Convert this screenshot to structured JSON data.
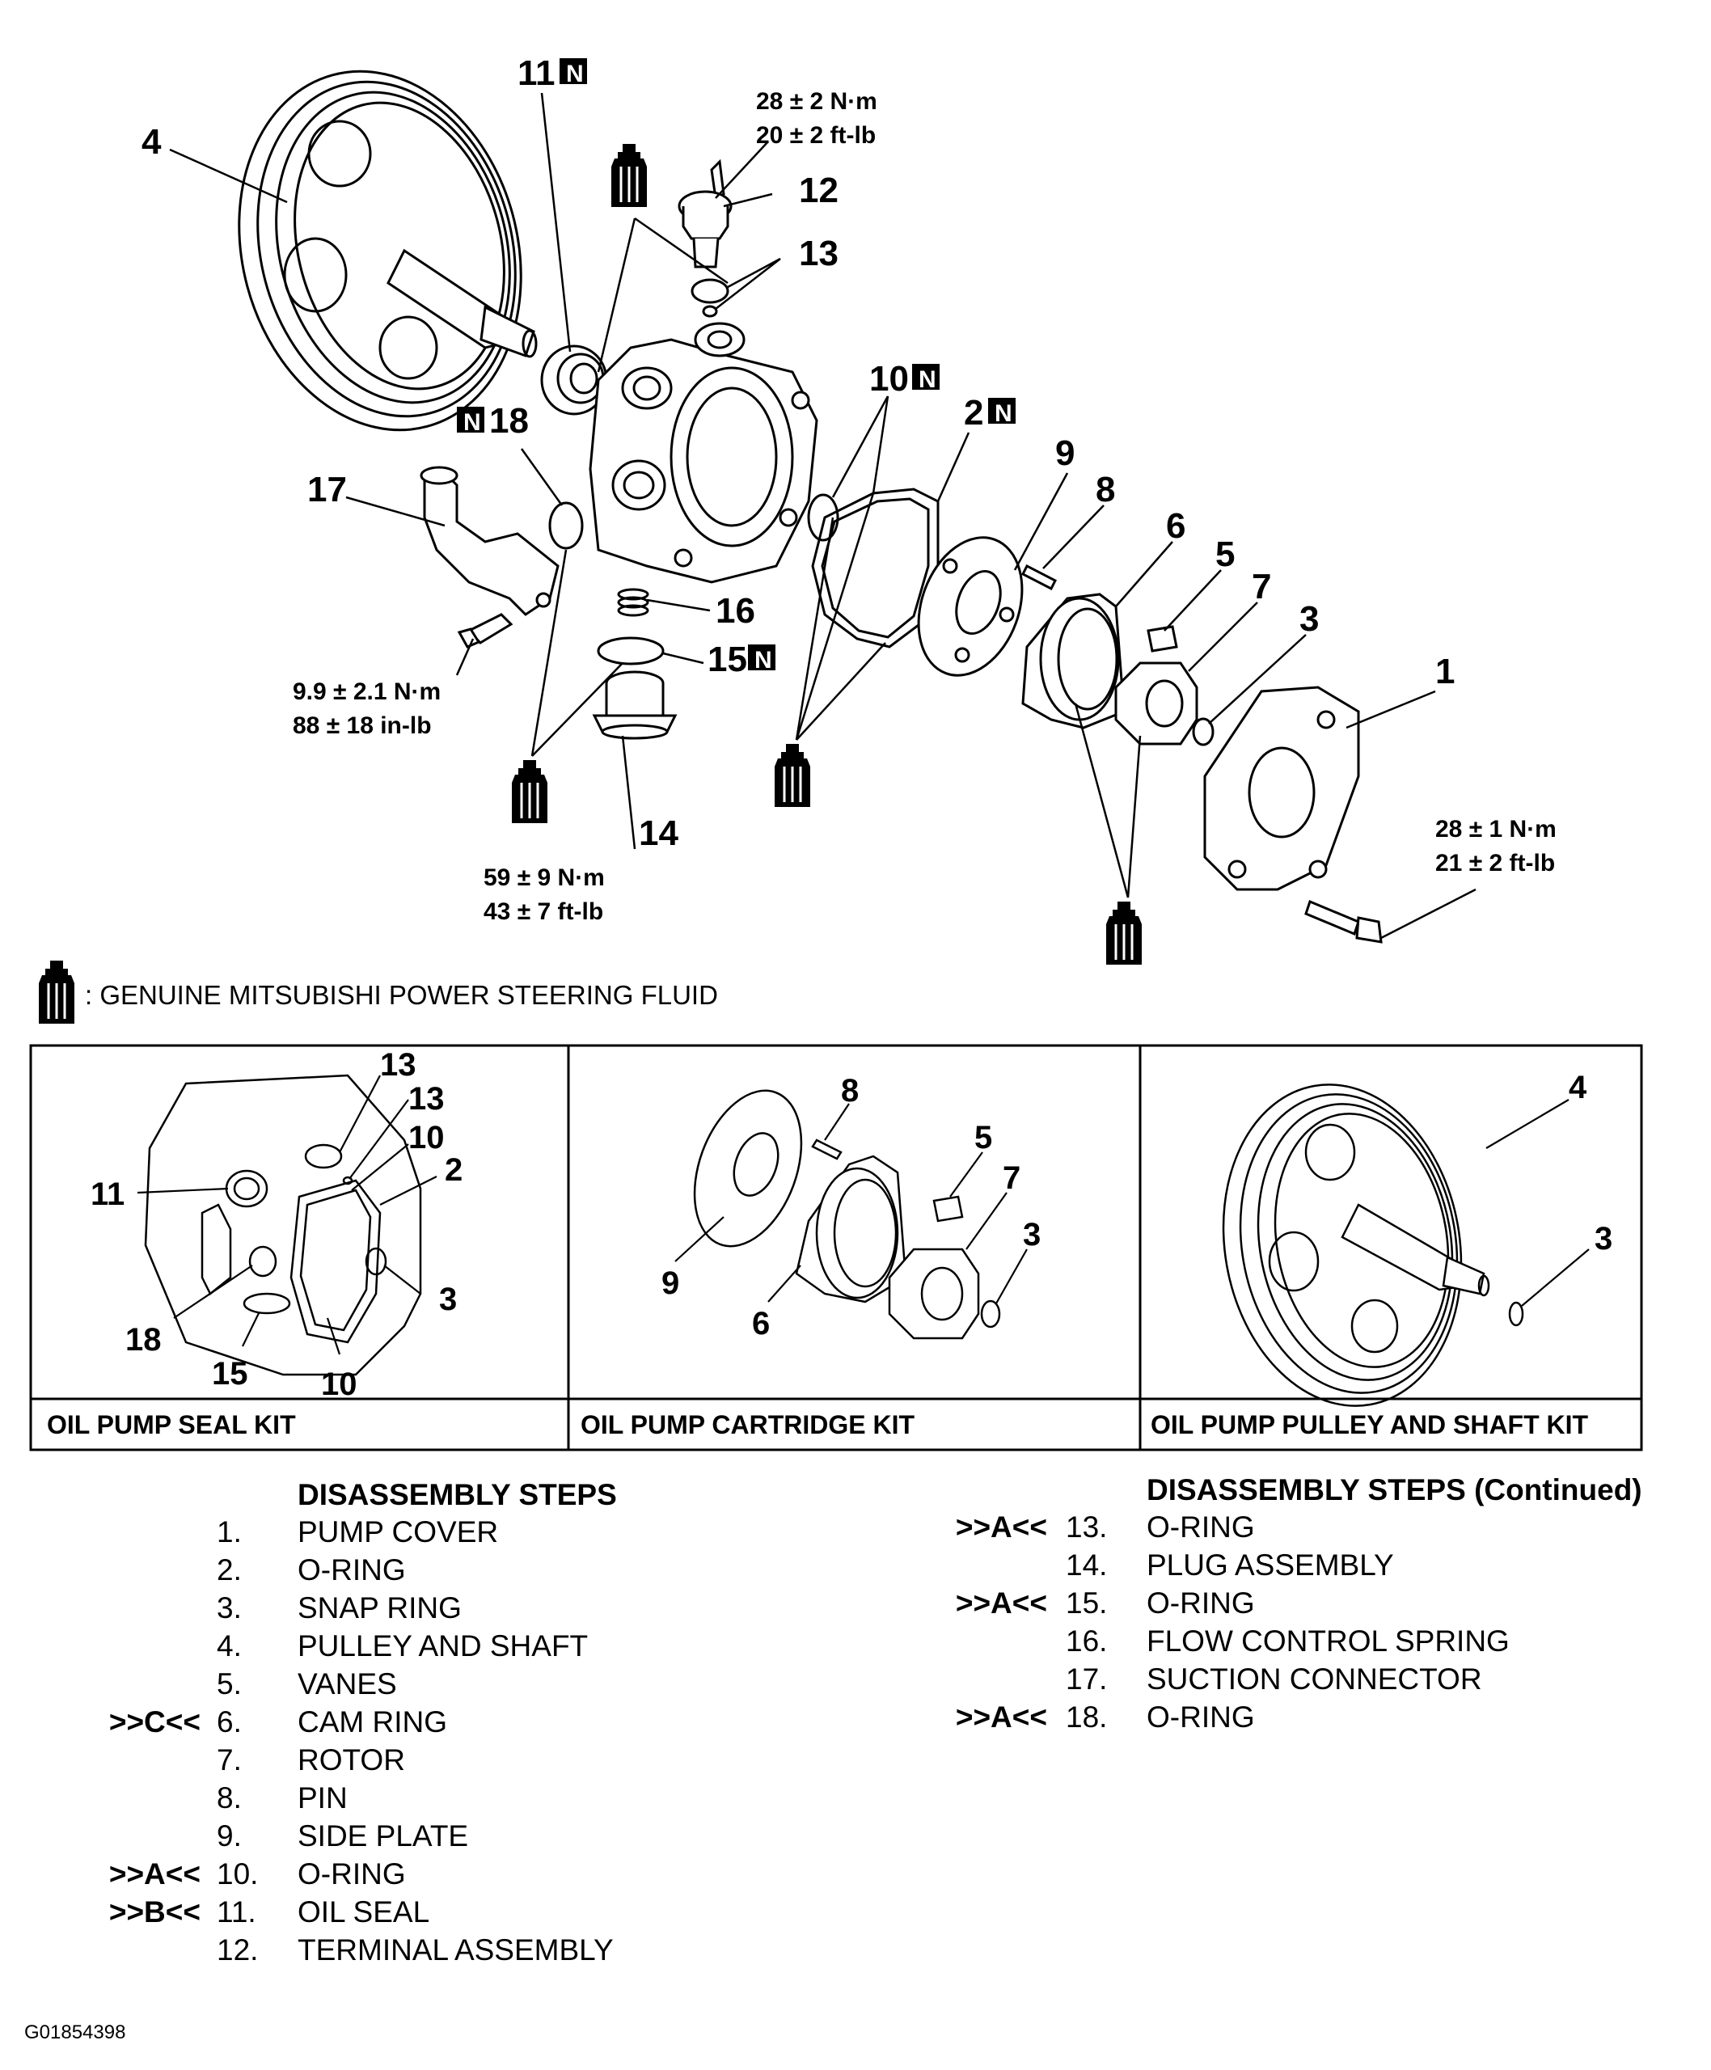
{
  "callouts": {
    "c1": "1",
    "c2": "2",
    "c3": "3",
    "c4": "4",
    "c5": "5",
    "c6": "6",
    "c7": "7",
    "c8": "8",
    "c9": "9",
    "c10": "10",
    "c11": "11",
    "c12": "12",
    "c13": "13",
    "c14": "14",
    "c15": "15",
    "c16": "16",
    "c17": "17",
    "c18": "18",
    "new_mark": "N"
  },
  "torque": {
    "terminal_nm": "28 ± 2 N·m",
    "terminal_ftlb": "20 ± 2 ft-lb",
    "connector_nm": "9.9 ± 2.1 N·m",
    "connector_inlb": "88 ± 18 in-lb",
    "plug_nm": "59 ± 9 N·m",
    "plug_ftlb": "43 ± 7 ft-lb",
    "cover_nm": "28 ± 1 N·m",
    "cover_ftlb": "21 ± 2 ft-lb"
  },
  "legend": {
    "fluid": ": GENUINE MITSUBISHI POWER STEERING FLUID"
  },
  "kits": [
    {
      "label": "OIL PUMP SEAL KIT",
      "numbers": {
        "n13a": "13",
        "n13b": "13",
        "n10a": "10",
        "n2": "2",
        "n11": "11",
        "n3": "3",
        "n18": "18",
        "n15": "15",
        "n10b": "10"
      }
    },
    {
      "label": "OIL PUMP CARTRIDGE KIT",
      "numbers": {
        "n8": "8",
        "n5": "5",
        "n7": "7",
        "n3": "3",
        "n9": "9",
        "n6": "6"
      }
    },
    {
      "label": "OIL PUMP PULLEY AND SHAFT KIT",
      "numbers": {
        "n4": "4",
        "n3": "3"
      }
    }
  ],
  "steps_left": {
    "title": "DISASSEMBLY STEPS",
    "items": [
      {
        "mark": "",
        "num": "1.",
        "text": "PUMP COVER"
      },
      {
        "mark": "",
        "num": "2.",
        "text": "O-RING"
      },
      {
        "mark": "",
        "num": "3.",
        "text": "SNAP RING"
      },
      {
        "mark": "",
        "num": "4.",
        "text": "PULLEY AND SHAFT"
      },
      {
        "mark": "",
        "num": "5.",
        "text": "VANES"
      },
      {
        "mark": ">>C<<",
        "num": "6.",
        "text": "CAM RING"
      },
      {
        "mark": "",
        "num": "7.",
        "text": "ROTOR"
      },
      {
        "mark": "",
        "num": "8.",
        "text": "PIN"
      },
      {
        "mark": "",
        "num": "9.",
        "text": "SIDE PLATE"
      },
      {
        "mark": ">>A<<",
        "num": "10.",
        "text": "O-RING"
      },
      {
        "mark": ">>B<<",
        "num": "11.",
        "text": "OIL SEAL"
      },
      {
        "mark": "",
        "num": "12.",
        "text": "TERMINAL ASSEMBLY"
      }
    ]
  },
  "steps_right": {
    "title": "DISASSEMBLY STEPS (Continued)",
    "items": [
      {
        "mark": ">>A<<",
        "num": "13.",
        "text": "O-RING"
      },
      {
        "mark": "",
        "num": "14.",
        "text": "PLUG ASSEMBLY"
      },
      {
        "mark": ">>A<<",
        "num": "15.",
        "text": "O-RING"
      },
      {
        "mark": "",
        "num": "16.",
        "text": "FLOW CONTROL SPRING"
      },
      {
        "mark": "",
        "num": "17.",
        "text": "SUCTION CONNECTOR"
      },
      {
        "mark": ">>A<<",
        "num": "18.",
        "text": "O-RING"
      }
    ]
  },
  "figure_id": "G01854398"
}
